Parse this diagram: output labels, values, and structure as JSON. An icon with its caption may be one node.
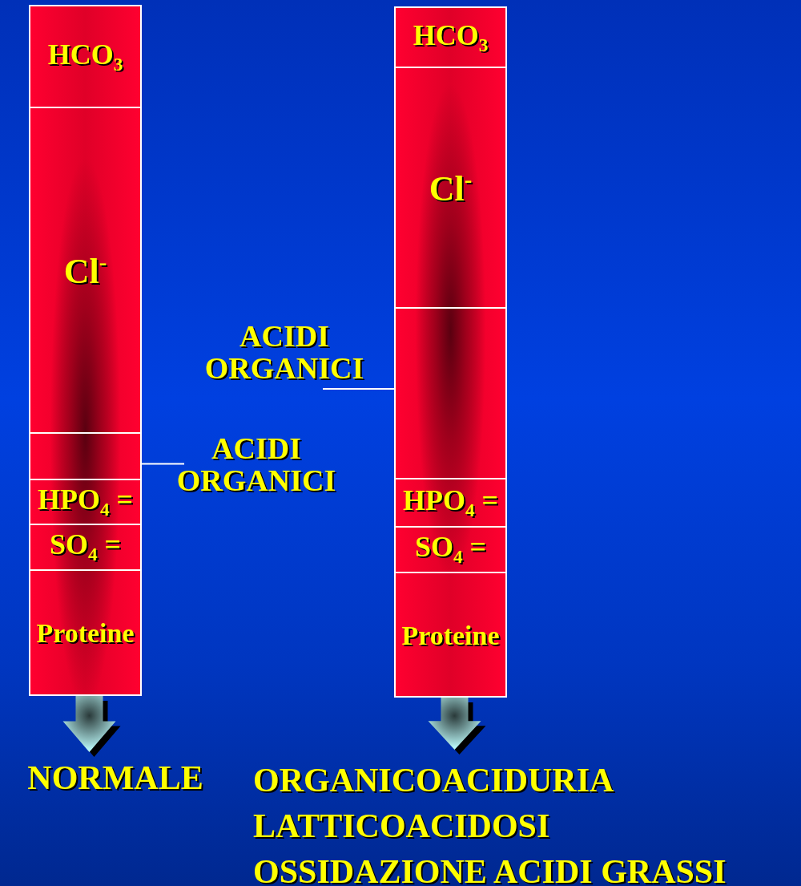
{
  "diagram": {
    "nodes": [
      {
        "text": [],
        "shape": "bar"
      },
      {
        "text": [
          "HCO$_{3}$"
        ],
        "in": 0
      },
      {
        "text": [
          "Cl$^{-}$"
        ],
        "in": 0
      },
      {
        "text": [],
        "shape": "box",
        "in": 0
      },
      {
        "text": [
          "HPO$_{4}$ ="
        ],
        "in": 0
      },
      {
        "text": [
          "SO$_{4}$ ="
        ],
        "in": 0
      },
      {
        "text": [
          "Proteine"
        ],
        "in": 0
      },
      {
        "text": [],
        "shape": "bar"
      },
      {
        "text": [
          "HCO$_{3}$"
        ],
        "in": 7
      },
      {
        "text": [
          "Cl$^{-}$"
        ],
        "in": 7
      },
      {
        "text": [],
        "shape": "box",
        "in": 7
      },
      {
        "text": [
          "HPO$_{4}$ ="
        ],
        "in": 7
      },
      {
        "text": [
          "SO$_{4}$ ="
        ],
        "in": 7
      },
      {
        "text": [
          "Proteine"
        ],
        "in": 7
      },
      {
        "text": [
          "ACIDI ORGANICI"
        ]
      },
      {
        "text": [
          "ACIDI ORGANICI"
        ]
      },
      {
        "text": [
          "NORMALE"
        ]
      },
      {
        "text": [
          "ORGANICOACIDURIA",
          "LATTICOACIDOSI",
          "OSSIDAZIONE ACIDI GRASSI"
        ]
      }
    ],
    "edges": [
      {
        "from": 14,
        "to": 3,
        "arrow": "none"
      },
      {
        "from": 15,
        "to": 10,
        "arrow": "none"
      },
      {
        "from": 0,
        "to": 16,
        "arrow": "to",
        "style": "thick"
      },
      {
        "from": 7,
        "to": 17,
        "arrow": "to",
        "style": "thick"
      }
    ]
  }
}
